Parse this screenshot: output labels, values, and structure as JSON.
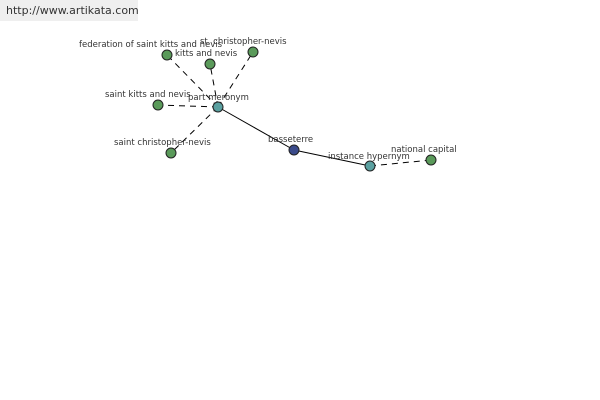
{
  "watermark": "http://www.artikata.com",
  "colors": {
    "leaf": "#5a9a5a",
    "relation": "#5aa0a0",
    "center": "#3a4a8a"
  },
  "nodes": {
    "basseterre": "basseterre",
    "part_meronym": "part meronym",
    "instance_hypernym": "instance hypernym",
    "federation": "federation of saint kitts and nevis",
    "kitts_and_nevis": "kitts and nevis",
    "st_christopher_nevis": "st. christopher-nevis",
    "saint_kitts_and_nevis": "saint kitts and nevis",
    "saint_christopher_nevis": "saint christopher-nevis",
    "national_capital": "national capital"
  }
}
